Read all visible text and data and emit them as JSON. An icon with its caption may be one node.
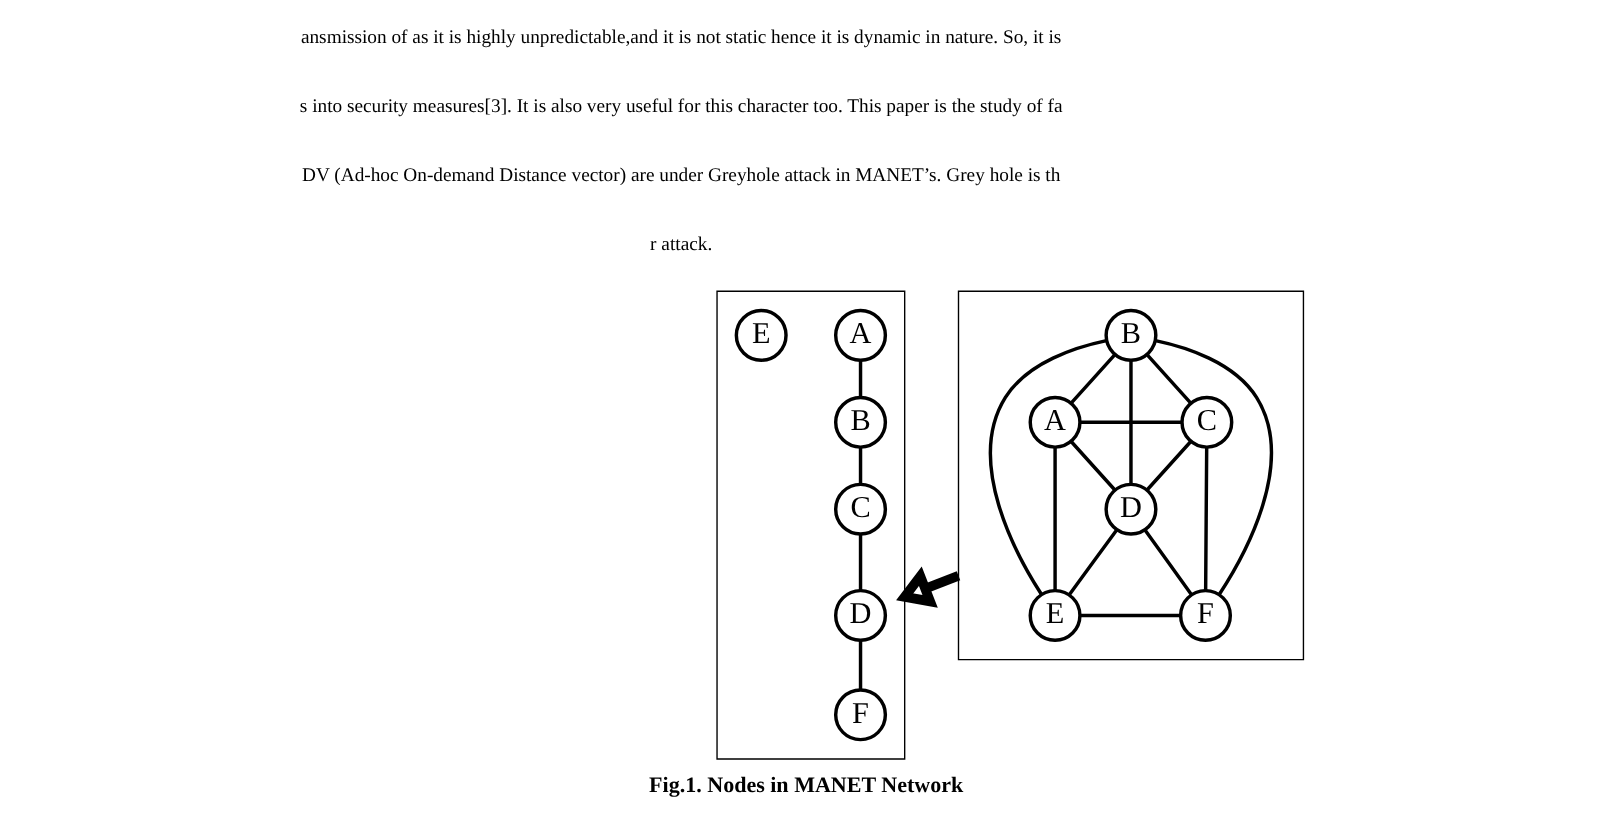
{
  "diagram": {
    "caption": "Fig.1. Nodes in MANET Network",
    "nodes": [
      {
        "text": [],
        "shape": "box"
      },
      {
        "text": [
          "A"
        ],
        "in": 0
      },
      {
        "text": [
          "B"
        ],
        "in": 0
      },
      {
        "text": [
          "C"
        ],
        "in": 0
      },
      {
        "text": [
          "D"
        ],
        "in": 0
      },
      {
        "text": [
          "E"
        ],
        "in": 0
      },
      {
        "text": [
          "F"
        ],
        "in": 0
      },
      {
        "text": [],
        "shape": "box"
      },
      {
        "text": [
          "A"
        ],
        "in": 7
      },
      {
        "text": [
          "B"
        ],
        "in": 7
      },
      {
        "text": [
          "C"
        ],
        "in": 7
      },
      {
        "text": [
          "D"
        ],
        "in": 7
      },
      {
        "text": [
          "E"
        ],
        "in": 7
      },
      {
        "text": [
          "F"
        ],
        "in": 7
      }
    ],
    "edges": [
      {
        "from": 2,
        "to": 1,
        "arrow": "none"
      },
      {
        "from": 2,
        "to": 3,
        "arrow": "none"
      },
      {
        "from": 2,
        "to": 4,
        "arrow": "none"
      },
      {
        "from": 2,
        "to": 5,
        "arrow": "none"
      },
      {
        "from": 2,
        "to": 6,
        "arrow": "none"
      },
      {
        "from": 1,
        "to": 3,
        "arrow": "none"
      },
      {
        "from": 1,
        "to": 4,
        "arrow": "none"
      },
      {
        "from": 1,
        "to": 5,
        "arrow": "none"
      },
      {
        "from": 3,
        "to": 4,
        "arrow": "none"
      },
      {
        "from": 3,
        "to": 6,
        "arrow": "none"
      },
      {
        "from": 4,
        "to": 5,
        "arrow": "none"
      },
      {
        "from": 4,
        "to": 6,
        "arrow": "none"
      },
      {
        "from": 5,
        "to": 6,
        "arrow": "none"
      },
      {
        "from": 0,
        "to": 7,
        "arrow": "to",
        "style": "thick"
      },
      {
        "from": 8,
        "to": 9,
        "arrow": "none"
      },
      {
        "from": 9,
        "to": 10,
        "arrow": "none"
      },
      {
        "from": 10,
        "to": 11,
        "arrow": "none"
      },
      {
        "from": 11,
        "to": 13,
        "arrow": "none"
      }
    ],
    "labels": [
      "ansmission of as it is highly unpredictable,and it is not static hence it is dynamic in nature. So, it is",
      "s into security measures[3]. It is also very useful for this character too. This paper is the study of fa",
      "DV (Ad-hoc On-demand Distance vector) are under Greyhole attack in MANET’s. Grey hole is th",
      "r attack."
    ]
  }
}
